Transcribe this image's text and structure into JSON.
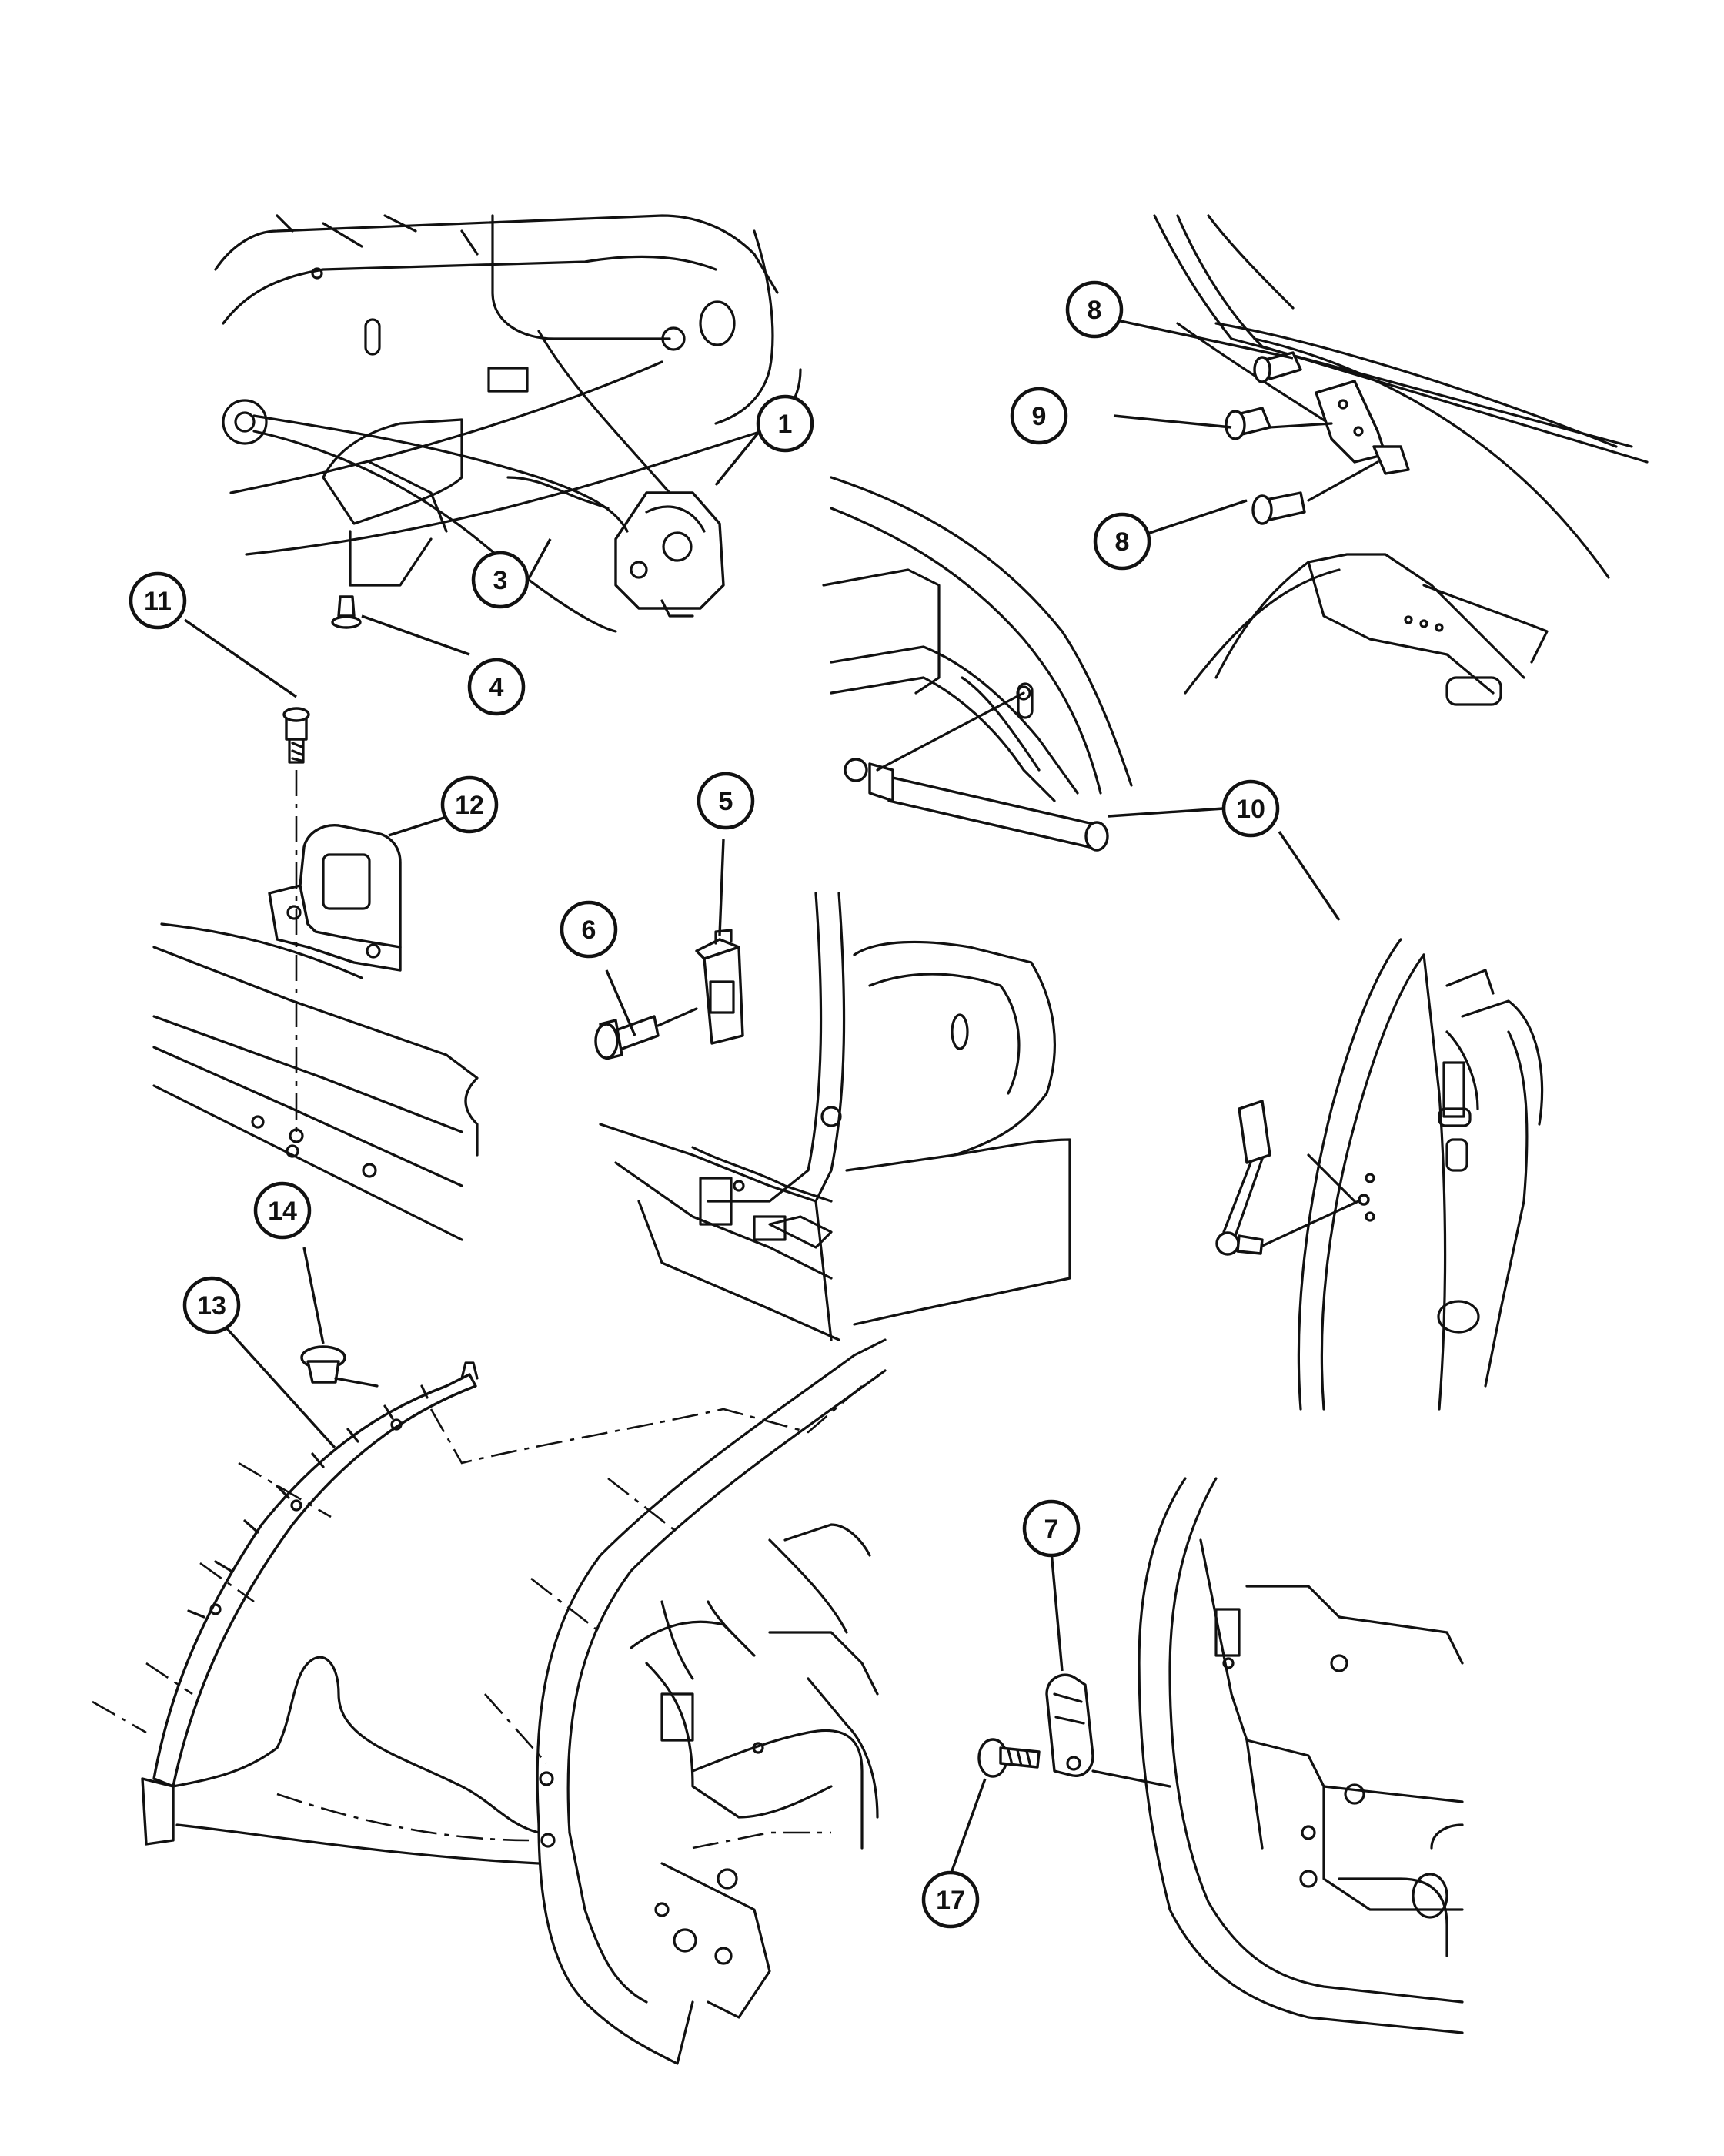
{
  "diagram": {
    "callouts": [
      {
        "id": "c1",
        "label": "1"
      },
      {
        "id": "c3",
        "label": "3"
      },
      {
        "id": "c4",
        "label": "4"
      },
      {
        "id": "c5",
        "label": "5"
      },
      {
        "id": "c6",
        "label": "6"
      },
      {
        "id": "c7",
        "label": "7"
      },
      {
        "id": "c8a",
        "label": "8"
      },
      {
        "id": "c8b",
        "label": "8"
      },
      {
        "id": "c9",
        "label": "9"
      },
      {
        "id": "c10",
        "label": "10"
      },
      {
        "id": "c11",
        "label": "11"
      },
      {
        "id": "c12",
        "label": "12"
      },
      {
        "id": "c13",
        "label": "13"
      },
      {
        "id": "c14",
        "label": "14"
      },
      {
        "id": "c17",
        "label": "17"
      }
    ]
  }
}
